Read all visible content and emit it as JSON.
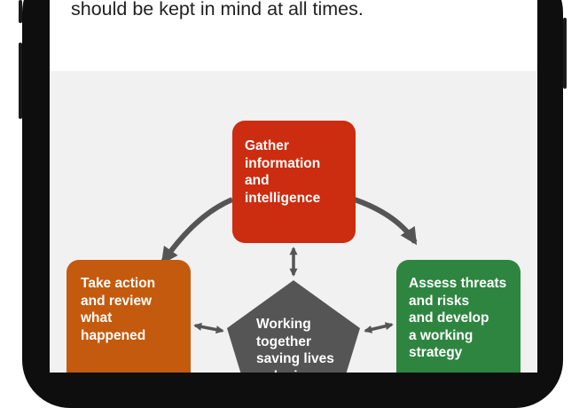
{
  "article": {
    "text_line": "should be kept in mind at all times."
  },
  "diagram": {
    "nodes": [
      {
        "id": "gather",
        "label": "Gather\ninformation\nand\nintelligence",
        "color": "#cc2c0f"
      },
      {
        "id": "assess",
        "label": "Assess threats\nand risks\nand develop\na working\nstrategy",
        "color": "#2e8540"
      },
      {
        "id": "act",
        "label": "Take action\nand review\nwhat\nhappened",
        "color": "#c45a0e"
      },
      {
        "id": "center",
        "label": "Working\ntogether\nsaving lives\nreducing",
        "color": "#555555"
      }
    ],
    "arrow_color": "#555555"
  }
}
